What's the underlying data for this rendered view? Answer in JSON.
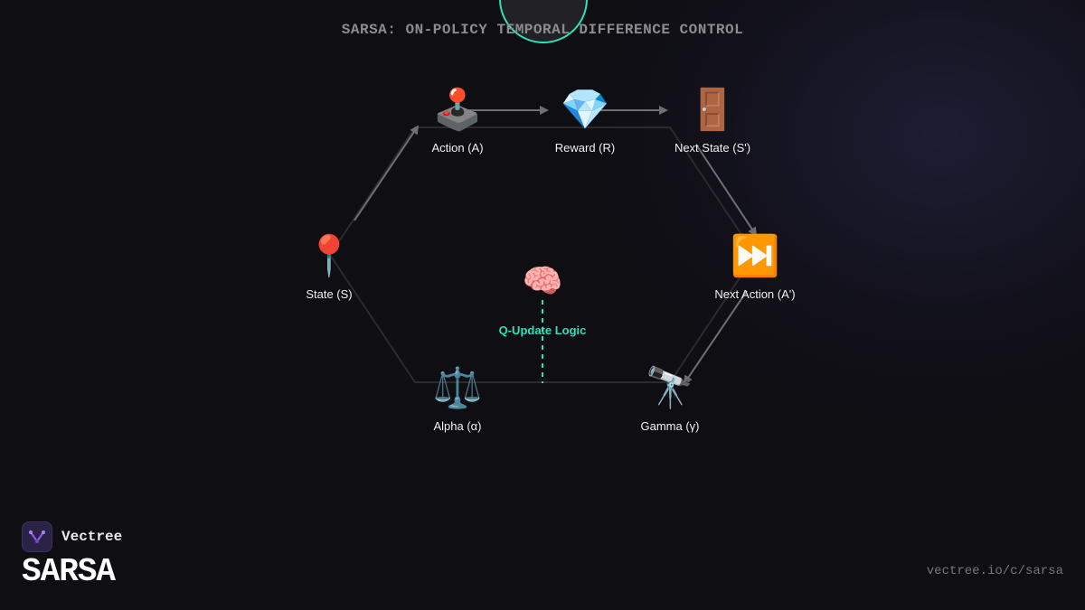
{
  "diagram": {
    "title": "SARSA: ON-POLICY TEMPORAL DIFFERENCE CONTROL",
    "nodes": {
      "state": {
        "label": "State (S)",
        "icon": "📍",
        "icon_name": "pin-icon"
      },
      "action": {
        "label": "Action (A)",
        "icon": "🕹️",
        "icon_name": "joystick-icon"
      },
      "reward": {
        "label": "Reward (R)",
        "icon": "💎",
        "icon_name": "gem-icon"
      },
      "next_state": {
        "label": "Next State (S')",
        "icon": "🚪",
        "icon_name": "door-icon"
      },
      "next_action": {
        "label": "Next Action (A')",
        "icon": "⏭️",
        "icon_name": "next-track-icon"
      },
      "gamma": {
        "label": "Gamma (γ)",
        "icon": "🔭",
        "icon_name": "telescope-icon"
      },
      "alpha": {
        "label": "Alpha (α)",
        "icon": "⚖️",
        "icon_name": "scales-icon"
      },
      "q_update": {
        "label": "Q-Update Logic",
        "icon": "🧠",
        "icon_name": "brain-icon"
      }
    },
    "colors": {
      "accent": "#2fe0b9",
      "edge": "#6f6f74",
      "hexagon": "#2c2b30"
    }
  },
  "brand": {
    "name": "Vectree",
    "page_title": "SARSA",
    "url": "vectree.io/c/sarsa"
  }
}
